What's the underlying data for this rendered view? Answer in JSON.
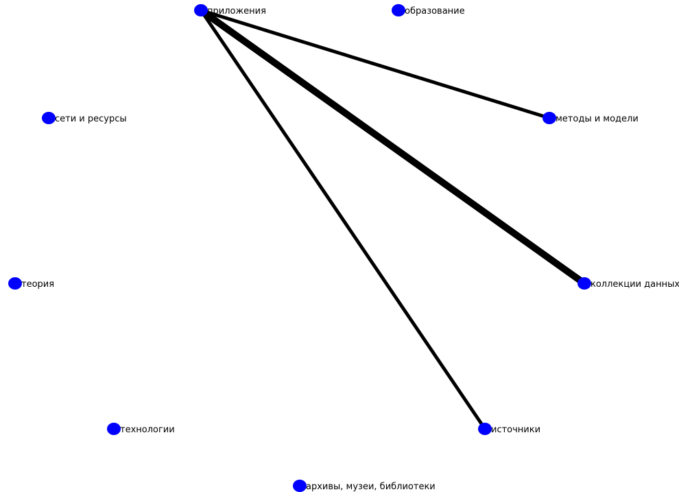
{
  "colors": {
    "node_fill": "#0000ff",
    "edge_stroke": "#000000",
    "label_text": "#000000",
    "background": "#ffffff"
  },
  "graph": {
    "nodes": [
      {
        "id": "prilozheniya",
        "label": "приложения"
      },
      {
        "id": "obrazovanie",
        "label": "образование"
      },
      {
        "id": "seti",
        "label": "сети и ресурсы"
      },
      {
        "id": "metody",
        "label": "методы и модели"
      },
      {
        "id": "teoriya",
        "label": "теория"
      },
      {
        "id": "kollekcii",
        "label": "коллекции данных"
      },
      {
        "id": "tehnologii",
        "label": "технологии"
      },
      {
        "id": "istochniki",
        "label": "источники"
      },
      {
        "id": "arhivy",
        "label": "архивы, музеи, библиотеки"
      }
    ],
    "edges": [
      {
        "from": "prilozheniya",
        "to": "metody",
        "weight": 1
      },
      {
        "from": "prilozheniya",
        "to": "kollekcii",
        "weight": 2
      },
      {
        "from": "prilozheniya",
        "to": "istochniki",
        "weight": 1
      }
    ]
  }
}
